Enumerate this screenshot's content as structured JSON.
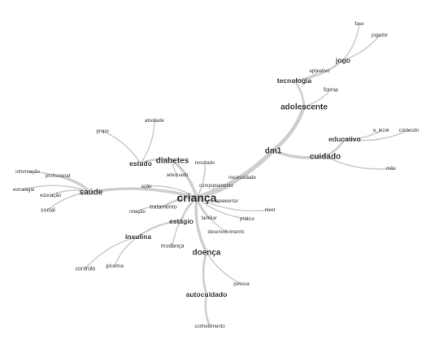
{
  "nodes": [
    {
      "id": "crianca",
      "label": "criança",
      "level": 4
    },
    {
      "id": "dm1",
      "label": "dm1",
      "level": 3
    },
    {
      "id": "adolescente",
      "label": "adolescente",
      "level": 3
    },
    {
      "id": "cuidado",
      "label": "cuidado",
      "level": 3
    },
    {
      "id": "saude",
      "label": "saúde",
      "level": 3
    },
    {
      "id": "doenca",
      "label": "doença",
      "level": 3
    },
    {
      "id": "diabetes",
      "label": "diabetes",
      "level": 3
    },
    {
      "id": "estudo",
      "label": "estudo",
      "level": 2
    },
    {
      "id": "estagio",
      "label": "estágio",
      "level": 2
    },
    {
      "id": "insulina",
      "label": "insulina",
      "level": 2
    },
    {
      "id": "tecnologia",
      "label": "tecnologia",
      "level": 2
    },
    {
      "id": "jogo",
      "label": "jogo",
      "level": 2
    },
    {
      "id": "educativo",
      "label": "educativo",
      "level": 2
    },
    {
      "id": "autocuidado",
      "label": "autocuidado",
      "level": 2
    },
    {
      "id": "fase",
      "label": "fase",
      "level": 0
    },
    {
      "id": "jogador",
      "label": "jogador",
      "level": 0
    },
    {
      "id": "aplicativo",
      "label": "aplicativo",
      "level": 0
    },
    {
      "id": "forma",
      "label": "forma",
      "level": 1
    },
    {
      "id": "ebook",
      "label": "e_book",
      "level": 0
    },
    {
      "id": "conteudo",
      "label": "conteúdo",
      "level": 0
    },
    {
      "id": "mae",
      "label": "mãe",
      "level": 0
    },
    {
      "id": "atividade",
      "label": "atividade",
      "level": 0
    },
    {
      "id": "grupo",
      "label": "grupo",
      "level": 0
    },
    {
      "id": "resultado",
      "label": "resultado",
      "level": 0
    },
    {
      "id": "adequado",
      "label": "adequado",
      "level": 0
    },
    {
      "id": "necessidade",
      "label": "necessidade",
      "level": 0
    },
    {
      "id": "comportamento",
      "label": "comportamento",
      "level": 0
    },
    {
      "id": "acao",
      "label": "ação",
      "level": 0
    },
    {
      "id": "informacao",
      "label": "informação",
      "level": 0
    },
    {
      "id": "profissional",
      "label": "profissional",
      "level": 0
    },
    {
      "id": "estrategia",
      "label": "estratégia",
      "level": 0
    },
    {
      "id": "educacao",
      "label": "educação",
      "level": 0
    },
    {
      "id": "social",
      "label": "social",
      "level": 1
    },
    {
      "id": "apresentar",
      "label": "apresentar",
      "level": 0
    },
    {
      "id": "nivel",
      "label": "nível",
      "level": 0
    },
    {
      "id": "tratamento",
      "label": "tratamento",
      "level": 1
    },
    {
      "id": "relacao",
      "label": "relação",
      "level": 0
    },
    {
      "id": "familiar",
      "label": "familiar",
      "level": 0
    },
    {
      "id": "pratico",
      "label": "prático",
      "level": 0
    },
    {
      "id": "desenvolvimento",
      "label": "desenvolvimento",
      "level": 0
    },
    {
      "id": "mudanca",
      "label": "mudança",
      "level": 1
    },
    {
      "id": "controlo",
      "label": "controlo",
      "level": 1
    },
    {
      "id": "glicemia",
      "label": "glicemia",
      "level": 0
    },
    {
      "id": "pessoa",
      "label": "pessoa",
      "level": 0
    },
    {
      "id": "conhecimento",
      "label": "conhecimento",
      "level": 0
    }
  ],
  "edges": [
    [
      "crianca",
      "dm1",
      5
    ],
    [
      "dm1",
      "adolescente",
      4
    ],
    [
      "adolescente",
      "tecnologia",
      2
    ],
    [
      "tecnologia",
      "jogo",
      2
    ],
    [
      "jogo",
      "fase",
      1
    ],
    [
      "jogo",
      "jogador",
      1
    ],
    [
      "tecnologia",
      "aplicativo",
      1
    ],
    [
      "adolescente",
      "forma",
      1
    ],
    [
      "dm1",
      "cuidado",
      3
    ],
    [
      "cuidado",
      "educativo",
      2
    ],
    [
      "educativo",
      "ebook",
      1
    ],
    [
      "educativo",
      "conteudo",
      1
    ],
    [
      "cuidado",
      "mae",
      1
    ],
    [
      "crianca",
      "diabetes",
      3
    ],
    [
      "diabetes",
      "estudo",
      2
    ],
    [
      "estudo",
      "atividade",
      1
    ],
    [
      "estudo",
      "grupo",
      1
    ],
    [
      "crianca",
      "resultado",
      1
    ],
    [
      "diabetes",
      "adequado",
      1
    ],
    [
      "crianca",
      "necessidade",
      1
    ],
    [
      "crianca",
      "comportamento",
      1
    ],
    [
      "crianca",
      "acao",
      1
    ],
    [
      "crianca",
      "saude",
      3
    ],
    [
      "saude",
      "informacao",
      1
    ],
    [
      "saude",
      "profissional",
      1
    ],
    [
      "saude",
      "estrategia",
      1
    ],
    [
      "saude",
      "educacao",
      1
    ],
    [
      "saude",
      "social",
      1
    ],
    [
      "crianca",
      "apresentar",
      1
    ],
    [
      "crianca",
      "nivel",
      1
    ],
    [
      "crianca",
      "tratamento",
      2
    ],
    [
      "tratamento",
      "relacao",
      1
    ],
    [
      "crianca",
      "familiar",
      1
    ],
    [
      "crianca",
      "pratico",
      1
    ],
    [
      "crianca",
      "desenvolvimento",
      1
    ],
    [
      "crianca",
      "estagio",
      2
    ],
    [
      "estagio",
      "insulina",
      2
    ],
    [
      "insulina",
      "controlo",
      1
    ],
    [
      "insulina",
      "glicemia",
      1
    ],
    [
      "crianca",
      "mudanca",
      1
    ],
    [
      "crianca",
      "doenca",
      3
    ],
    [
      "doenca",
      "pessoa",
      1
    ],
    [
      "doenca",
      "autocuidado",
      2
    ],
    [
      "autocuidado",
      "conhecimento",
      2
    ]
  ]
}
